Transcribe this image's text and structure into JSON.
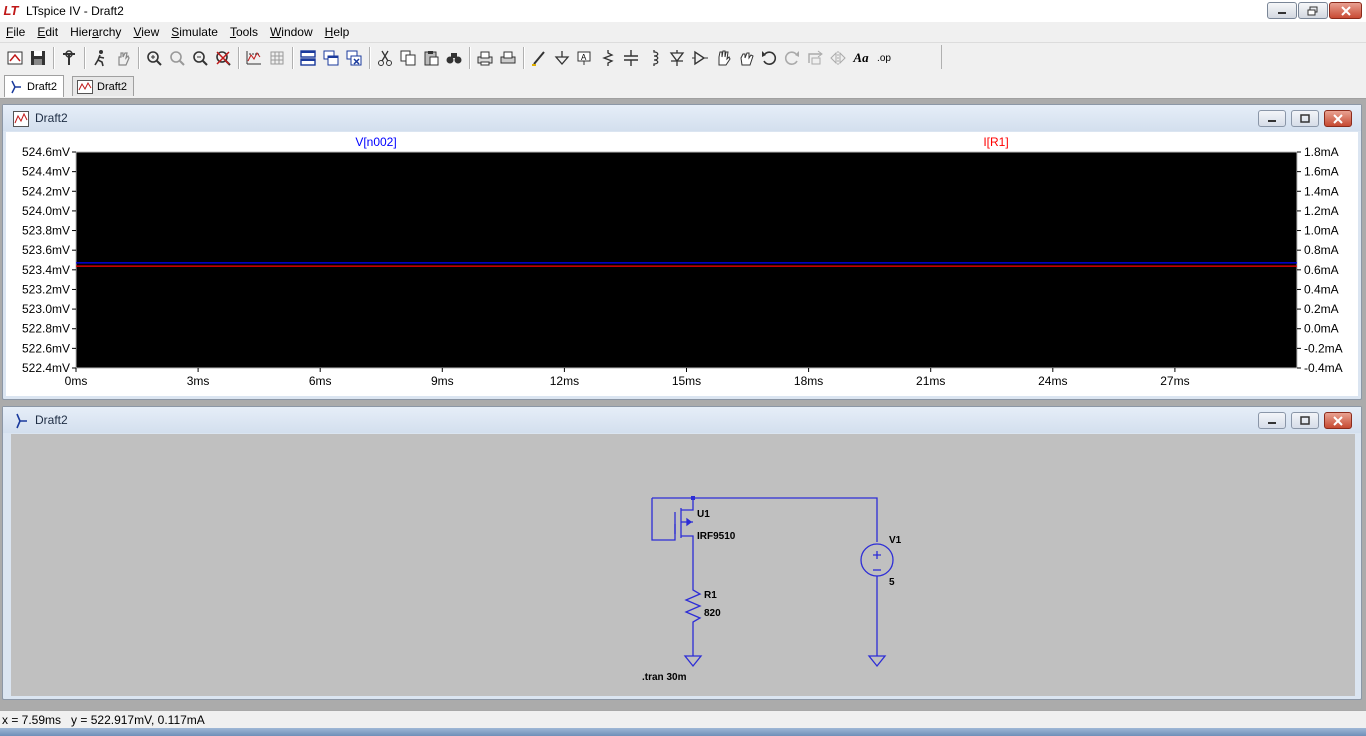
{
  "window": {
    "title": "LTspice IV - Draft2",
    "icon": "ltspice-logo-icon",
    "controls": [
      "minimize-icon",
      "maximize-icon",
      "close-icon"
    ]
  },
  "menu": [
    {
      "label": "File",
      "accel": "F"
    },
    {
      "label": "Edit",
      "accel": "E"
    },
    {
      "label": "Hierarchy",
      "accel": "a"
    },
    {
      "label": "View",
      "accel": "V"
    },
    {
      "label": "Simulate",
      "accel": "S"
    },
    {
      "label": "Tools",
      "accel": "T"
    },
    {
      "label": "Window",
      "accel": "W"
    },
    {
      "label": "Help",
      "accel": "H"
    }
  ],
  "toolbar_groups": [
    [
      "open-schematic-icon",
      "save-icon"
    ],
    [
      "control-panel-icon"
    ],
    [
      "run-icon",
      "halt-icon"
    ],
    [
      "zoom-in-icon",
      "zoom-out-icon",
      "zoom-fit-icon",
      "zoom-cancel-icon"
    ],
    [
      "autorange-icon",
      "grid-icon"
    ],
    [
      "tile-horizontal-icon",
      "cascade-icon",
      "close-all-icon"
    ],
    [
      "cut-icon",
      "copy-icon",
      "paste-icon",
      "find-icon"
    ],
    [
      "print-setup-icon",
      "print-icon"
    ],
    [
      "draw-wire-icon",
      "ground-icon",
      "label-net-icon",
      "resistor-icon",
      "capacitor-icon",
      "inductor-icon",
      "diode-icon",
      "component-icon",
      "move-icon",
      "drag-icon",
      "undo-icon",
      "redo-icon",
      "rotate-icon",
      "mirror-icon",
      "text-icon",
      "spice-directive-icon"
    ]
  ],
  "toolbar_text": {
    "text_tool": "Aa",
    "spice_tool": ".op"
  },
  "tabs": [
    {
      "label": "Draft2",
      "kind": "schematic",
      "active": true
    },
    {
      "label": "Draft2",
      "kind": "waveform",
      "active": false
    }
  ],
  "plot_window": {
    "title": "Draft2"
  },
  "schematic_window": {
    "title": "Draft2"
  },
  "chart_data": {
    "type": "line",
    "background": "#000000",
    "x": {
      "ticks": [
        "0ms",
        "3ms",
        "6ms",
        "9ms",
        "12ms",
        "15ms",
        "18ms",
        "21ms",
        "24ms",
        "27ms"
      ],
      "range": [
        0,
        30
      ],
      "unit": "ms"
    },
    "y_left": {
      "ticks": [
        "524.6mV",
        "524.4mV",
        "524.2mV",
        "524.0mV",
        "523.8mV",
        "523.6mV",
        "523.4mV",
        "523.2mV",
        "523.0mV",
        "522.8mV",
        "522.6mV",
        "522.4mV"
      ],
      "range": [
        522.4,
        524.6
      ],
      "unit": "mV"
    },
    "y_right": {
      "ticks": [
        "1.8mA",
        "1.6mA",
        "1.4mA",
        "1.2mA",
        "1.0mA",
        "0.8mA",
        "0.6mA",
        "0.4mA",
        "0.2mA",
        "0.0mA",
        "-0.2mA",
        "-0.4mA"
      ],
      "range": [
        -0.4,
        1.8
      ],
      "unit": "mA"
    },
    "series": [
      {
        "name": "V[n002]",
        "axis": "left",
        "color": "#0000ff",
        "x": [
          0,
          30
        ],
        "y": [
          523.47,
          523.47
        ]
      },
      {
        "name": "I[R1]",
        "axis": "right",
        "color": "#ff0000",
        "x": [
          0,
          30
        ],
        "y": [
          0.638,
          0.638
        ]
      }
    ]
  },
  "schematic": {
    "wire_color": "#2d2dd6",
    "labels": {
      "u1_name": "U1",
      "u1_model": "IRF9510",
      "r1_name": "R1",
      "r1_value": "820",
      "v1_name": "V1",
      "v1_value": "5",
      "directive": ".tran 30m"
    }
  },
  "status": {
    "x_readout": "x = 7.59ms",
    "y_readout": "y = 522.917mV, 0.117mA"
  }
}
